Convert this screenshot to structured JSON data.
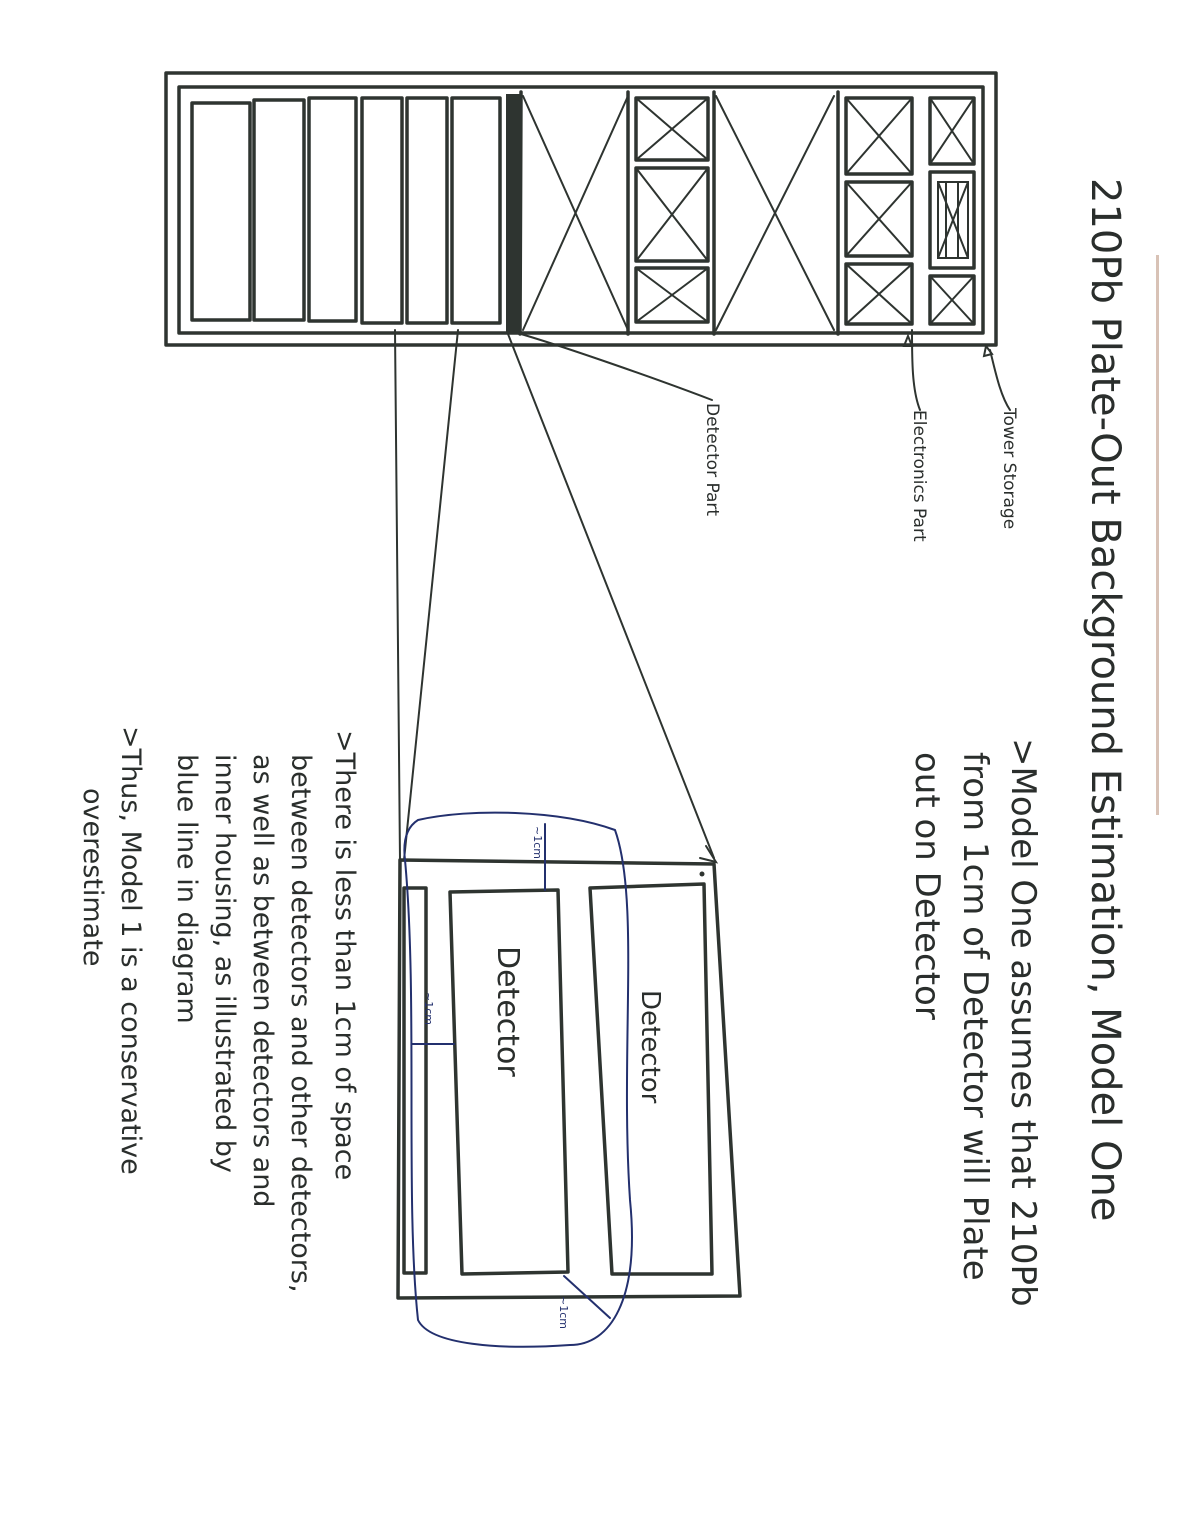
{
  "title": "210Pb Plate-Out Background Estimation, Model One",
  "labels": {
    "tower_storage": "Tower Storage",
    "electronics_part": "Electronics Part",
    "detector_part": "Detector Part",
    "detector": "Detector",
    "gap": "~1cm"
  },
  "notes": {
    "model_one": [
      ">Model One assumes that 210Pb",
      "from 1cm of Detector will Plate",
      "out on Detector"
    ],
    "spacing": [
      ">There is less than 1cm of space",
      "between detectors and other detectors,",
      "as well as between detectors and",
      "inner housing, as illustrated by",
      "blue line in diagram"
    ],
    "conclusion": [
      ">Thus, Model 1 is a conservative",
      "overestimate"
    ]
  },
  "colors": {
    "ink": "#2e3430",
    "blue_ink": "#23306e",
    "paper": "#ffffff"
  }
}
